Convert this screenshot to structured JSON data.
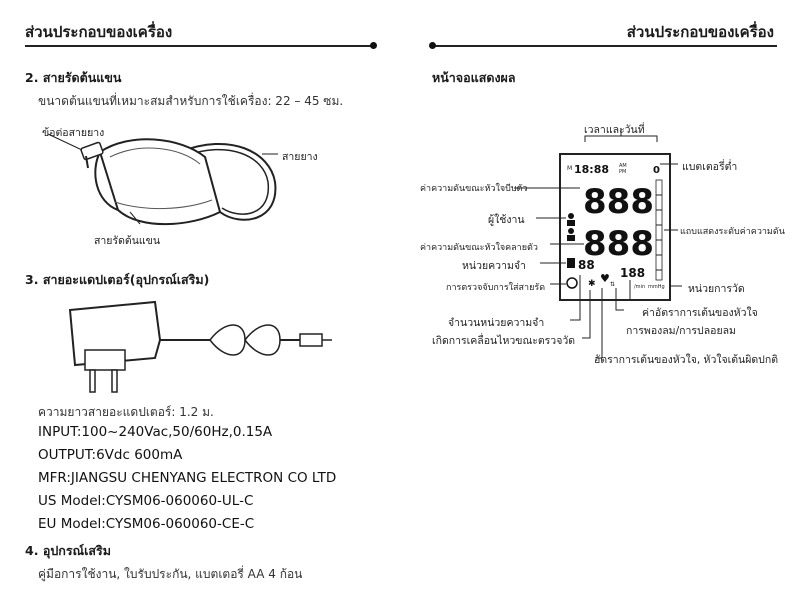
{
  "header": {
    "left_title": "ส่วนประกอบของเครื่อง",
    "right_title": "ส่วนประกอบของเครื่อง"
  },
  "left": {
    "section2": {
      "num": "2.",
      "title": "สายรัดต้นแขน",
      "desc": "ขนาดต้นแขนที่เหมาะสมสำหรับการใช้เครื่อง: 22 – 45 ซม.",
      "labels": {
        "connector": "ข้อต่อสายยาง",
        "tube": "สายยาง",
        "cuff": "สายรัดต้นแขน"
      }
    },
    "section3": {
      "num": "3.",
      "title": "สายอะแดปเตอร์(อุปกรณ์เสริม)",
      "length": "ความยาวสายอะแดปเตอร์: 1.2 ม.",
      "specs": [
        "INPUT:100~240Vac,50/60Hz,0.15A",
        "OUTPUT:6Vdc 600mA",
        "MFR:JIANGSU CHENYANG ELECTRON CO LTD",
        "US Model:CYSM06-060060-UL-C",
        "EU Model:CYSM06-060060-CE-C"
      ]
    },
    "section4": {
      "num": "4.",
      "title": "อุปกรณ์เสริม",
      "desc": "คู่มือการใช้งาน, ใบรับประกัน, แบตเตอรี่ AA 4 ก้อน"
    }
  },
  "right": {
    "display_title": "หน้าจอแสดงผล",
    "labels": {
      "datetime": "เวลาและวันที่",
      "low_battery": "แบตเตอรี่ต่ำ",
      "systolic": "ค่าความดันขณะหัวใจบีบตัว",
      "user": "ผู้ใช้งาน",
      "level_bar": "แถบแสดงระดับค่าความดัน",
      "diastolic": "ค่าความดันขณะหัวใจคลายตัว",
      "memory_unit": "หน่วยความจำ",
      "measure_unit": "หน่วยการวัด",
      "cuff_check": "การตรวจจับการใส่สายรัด",
      "avg_heart_rate": "ค่าอัตราการเต้นของหัวใจ",
      "inflate_deflate": "การพองลม/การปลอยลม",
      "memory_count": "จำนวนหน่วยความจำ",
      "movement": "เกิดการเคลื่อนไหวขณะตรวจวัด",
      "heart_rate": "อัตราการเต้นของหัวใจ, หัวใจเต้นผิดปกติ"
    },
    "lcd": {
      "time": "18:88",
      "m_prefix": "M",
      "ampm_top": "AM",
      "ampm_bottom": "PM",
      "sys": "888",
      "dia": "888",
      "mem": "88",
      "pulse": "188",
      "batt": "0",
      "unit": "mmHg",
      "bpm": "/min"
    }
  }
}
